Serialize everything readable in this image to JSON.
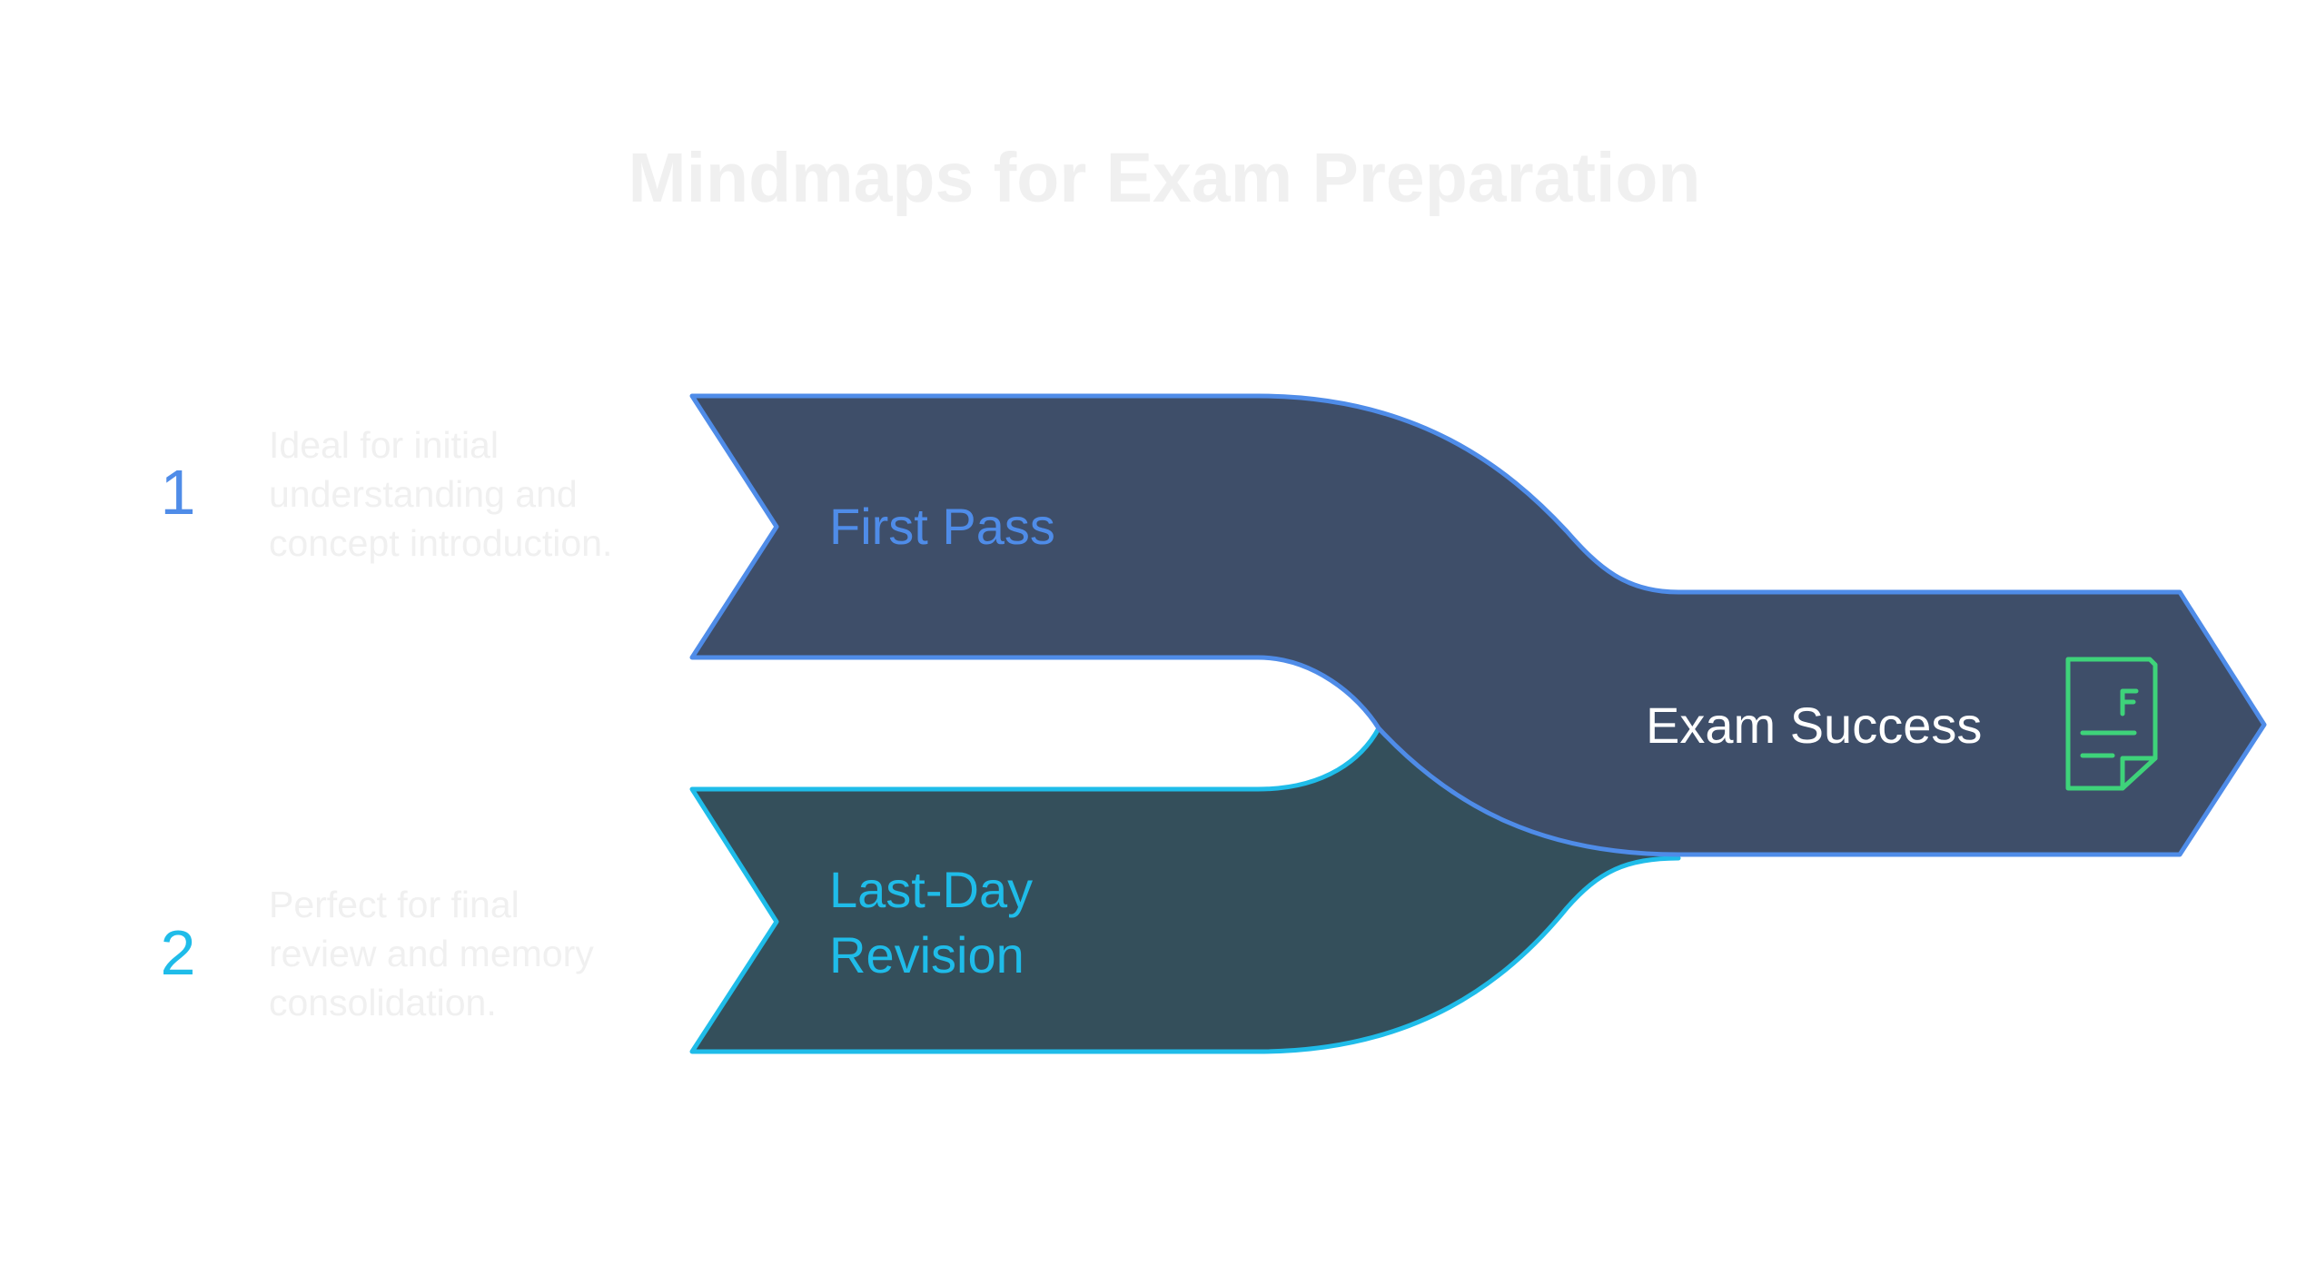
{
  "title": "Mindmaps for Exam Preparation",
  "colors": {
    "first_accent": "#4f8ce8",
    "first_fill": "#3e4e69",
    "second_accent": "#1fbce9",
    "second_fill": "#344f5b",
    "success_text": "#ffffff",
    "icon": "#3ed37a",
    "muted_text": "#f0f0f0"
  },
  "inputs": [
    {
      "number": "1",
      "label": "First Pass",
      "description_lines": [
        "Ideal for initial",
        "understanding and",
        "concept introduction."
      ]
    },
    {
      "number": "2",
      "label_lines": [
        "Last-Day",
        "Revision"
      ],
      "description_lines": [
        "Perfect for final",
        "review and memory",
        "consolidation."
      ]
    }
  ],
  "output": {
    "label": "Exam Success",
    "icon": "exam-paper-icon"
  }
}
